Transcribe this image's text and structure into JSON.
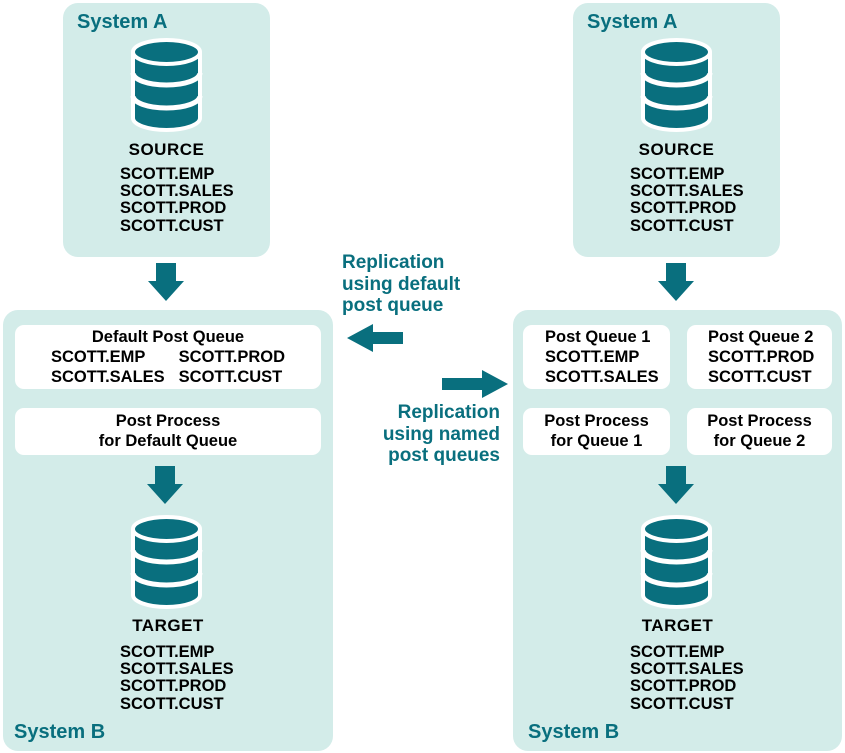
{
  "colors": {
    "teal": "#096F7E",
    "panel_bg": "#D3ECE9",
    "box_bg": "#FFFFFF",
    "text": "#000000"
  },
  "left": {
    "system_a": {
      "title": "System A",
      "db_label": "SOURCE",
      "tables": [
        "SCOTT.EMP",
        "SCOTT.SALES",
        "SCOTT.PROD",
        "SCOTT.CUST"
      ]
    },
    "system_b": {
      "title": "System B",
      "queue_box": {
        "title": "Default Post Queue",
        "col1": [
          "SCOTT.EMP",
          "SCOTT.SALES"
        ],
        "col2": [
          "SCOTT.PROD",
          "SCOTT.CUST"
        ]
      },
      "process_box": {
        "line1": "Post Process",
        "line2": "for Default Queue"
      },
      "db_label": "TARGET",
      "tables": [
        "SCOTT.EMP",
        "SCOTT.SALES",
        "SCOTT.PROD",
        "SCOTT.CUST"
      ]
    }
  },
  "middle": {
    "default_label": {
      "line1": "Replication",
      "line2": "using default",
      "line3": "post queue"
    },
    "named_label": {
      "line1": "Replication",
      "line2": "using named",
      "line3": "post queues"
    }
  },
  "right": {
    "system_a": {
      "title": "System A",
      "db_label": "SOURCE",
      "tables": [
        "SCOTT.EMP",
        "SCOTT.SALES",
        "SCOTT.PROD",
        "SCOTT.CUST"
      ]
    },
    "system_b": {
      "title": "System B",
      "queue_box_1": {
        "title": "Post Queue 1",
        "tables": [
          "SCOTT.EMP",
          "SCOTT.SALES"
        ]
      },
      "queue_box_2": {
        "title": "Post Queue 2",
        "tables": [
          "SCOTT.PROD",
          "SCOTT.CUST"
        ]
      },
      "process_box_1": {
        "line1": "Post Process",
        "line2": "for Queue 1"
      },
      "process_box_2": {
        "line1": "Post Process",
        "line2": "for Queue 2"
      },
      "db_label": "TARGET",
      "tables": [
        "SCOTT.EMP",
        "SCOTT.SALES",
        "SCOTT.PROD",
        "SCOTT.CUST"
      ]
    }
  }
}
